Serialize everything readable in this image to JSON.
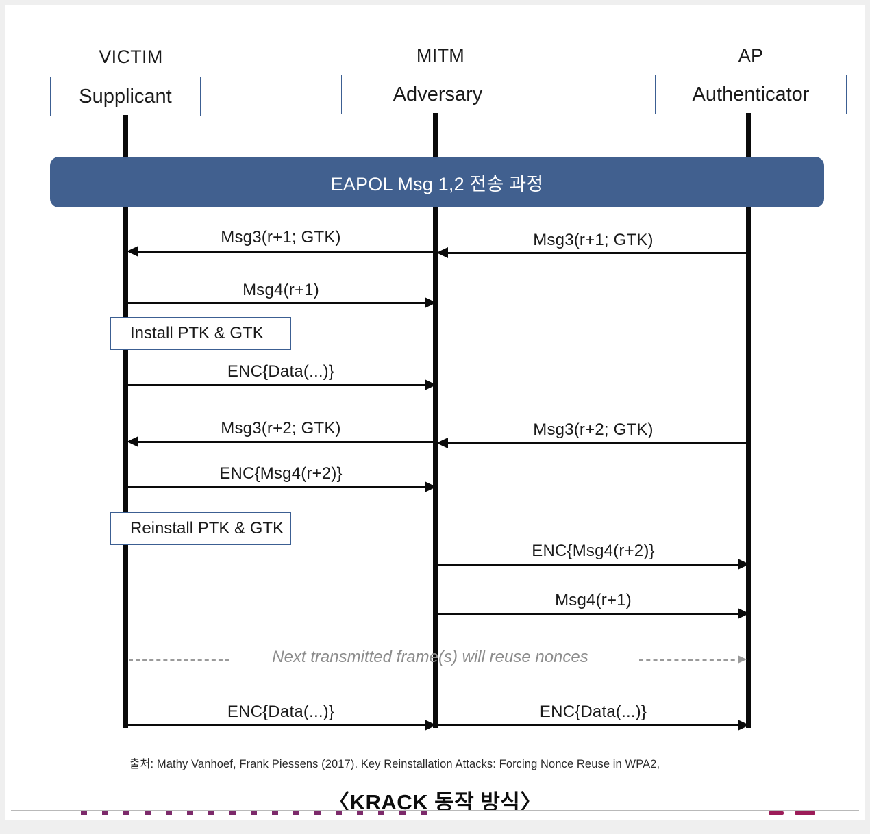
{
  "slide": {
    "title": "〈KRACK 동작 방식〉",
    "source": "출처: Mathy Vanhoef, Frank Piessens (2017). Key Reinstallation Attacks: Forcing Nonce Reuse in WPA2,",
    "background_color": "#ffffff",
    "accent_color": "#41608f",
    "border_color": "#3c5f92",
    "line_color": "#0a0a0a",
    "note_color": "#8c8c8c"
  },
  "actors": [
    {
      "role": "VICTIM",
      "name": "Supplicant"
    },
    {
      "role": "MITM",
      "name": "Adversary"
    },
    {
      "role": "AP",
      "name": "Authenticator"
    }
  ],
  "banner": {
    "label": "EAPOL Msg 1,2 전송 과정"
  },
  "messages": [
    {
      "label": "Msg3(r+1; GTK)",
      "from": "MITM",
      "to": "VICTIM",
      "direction": "left"
    },
    {
      "label": "Msg3(r+1; GTK)",
      "from": "AP",
      "to": "MITM",
      "direction": "left"
    },
    {
      "label": "Msg4(r+1)",
      "from": "VICTIM",
      "to": "MITM",
      "direction": "right"
    },
    {
      "label": "ENC{Data(...)}",
      "from": "VICTIM",
      "to": "MITM",
      "direction": "right"
    },
    {
      "label": "Msg3(r+2; GTK)",
      "from": "MITM",
      "to": "VICTIM",
      "direction": "left"
    },
    {
      "label": "Msg3(r+2; GTK)",
      "from": "AP",
      "to": "MITM",
      "direction": "left"
    },
    {
      "label": "ENC{Msg4(r+2)}",
      "from": "VICTIM",
      "to": "MITM",
      "direction": "right"
    },
    {
      "label": "ENC{Msg4(r+2)}",
      "from": "MITM",
      "to": "AP",
      "direction": "right"
    },
    {
      "label": "Msg4(r+1)",
      "from": "MITM",
      "to": "AP",
      "direction": "right"
    },
    {
      "label": "ENC{Data(...)}",
      "from": "VICTIM",
      "to": "MITM",
      "direction": "right"
    },
    {
      "label": "ENC{Data(...)}",
      "from": "MITM",
      "to": "AP",
      "direction": "right"
    }
  ],
  "actions": [
    {
      "label": "Install PTK & GTK"
    },
    {
      "label": "Reinstall PTK & GTK"
    }
  ],
  "note": {
    "label": "Next transmitted frame(s) will reuse nonces"
  }
}
